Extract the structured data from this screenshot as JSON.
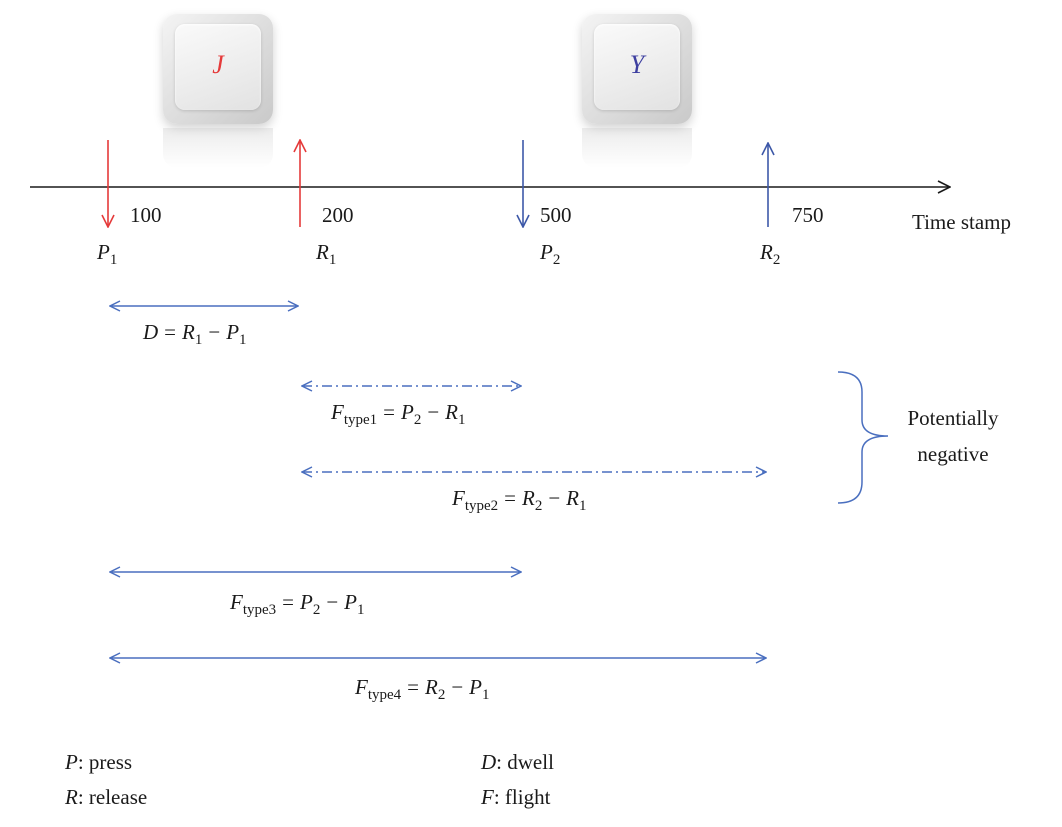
{
  "keys": [
    {
      "letter": "J",
      "color": "#e53a3a"
    },
    {
      "letter": "Y",
      "color": "#3d3fa0"
    }
  ],
  "axis": {
    "label": "Time stamp"
  },
  "events": [
    {
      "symbol": "P",
      "index": "1",
      "time": "100",
      "direction": "down",
      "color": "#e53a3a"
    },
    {
      "symbol": "R",
      "index": "1",
      "time": "200",
      "direction": "up",
      "color": "#e53a3a"
    },
    {
      "symbol": "P",
      "index": "2",
      "time": "500",
      "direction": "down",
      "color": "#3d58a8"
    },
    {
      "symbol": "R",
      "index": "2",
      "time": "750",
      "direction": "up",
      "color": "#3d58a8"
    }
  ],
  "intervals": {
    "dwell": {
      "var": "D",
      "a": "R",
      "a_sub": "1",
      "b": "P",
      "b_sub": "1"
    },
    "type1": {
      "var": "F",
      "var_sub": "type1",
      "a": "P",
      "a_sub": "2",
      "b": "R",
      "b_sub": "1"
    },
    "type2": {
      "var": "F",
      "var_sub": "type2",
      "a": "R",
      "a_sub": "2",
      "b": "R",
      "b_sub": "1"
    },
    "type3": {
      "var": "F",
      "var_sub": "type3",
      "a": "P",
      "a_sub": "2",
      "b": "P",
      "b_sub": "1"
    },
    "type4": {
      "var": "F",
      "var_sub": "type4",
      "a": "R",
      "a_sub": "2",
      "b": "P",
      "b_sub": "1"
    }
  },
  "operators": {
    "equals": "=",
    "minus": "−"
  },
  "brace_label": {
    "line1": "Potentially",
    "line2": "negative"
  },
  "legend": [
    {
      "symbol": "P",
      "text": ": press"
    },
    {
      "symbol": "R",
      "text": ": release"
    },
    {
      "symbol": "D",
      "text": ": dwell"
    },
    {
      "symbol": "F",
      "text": ": flight"
    }
  ],
  "colors": {
    "axis": "#1a1a1a",
    "interval": "#4a6fbf",
    "brace": "#4a6fbf"
  }
}
